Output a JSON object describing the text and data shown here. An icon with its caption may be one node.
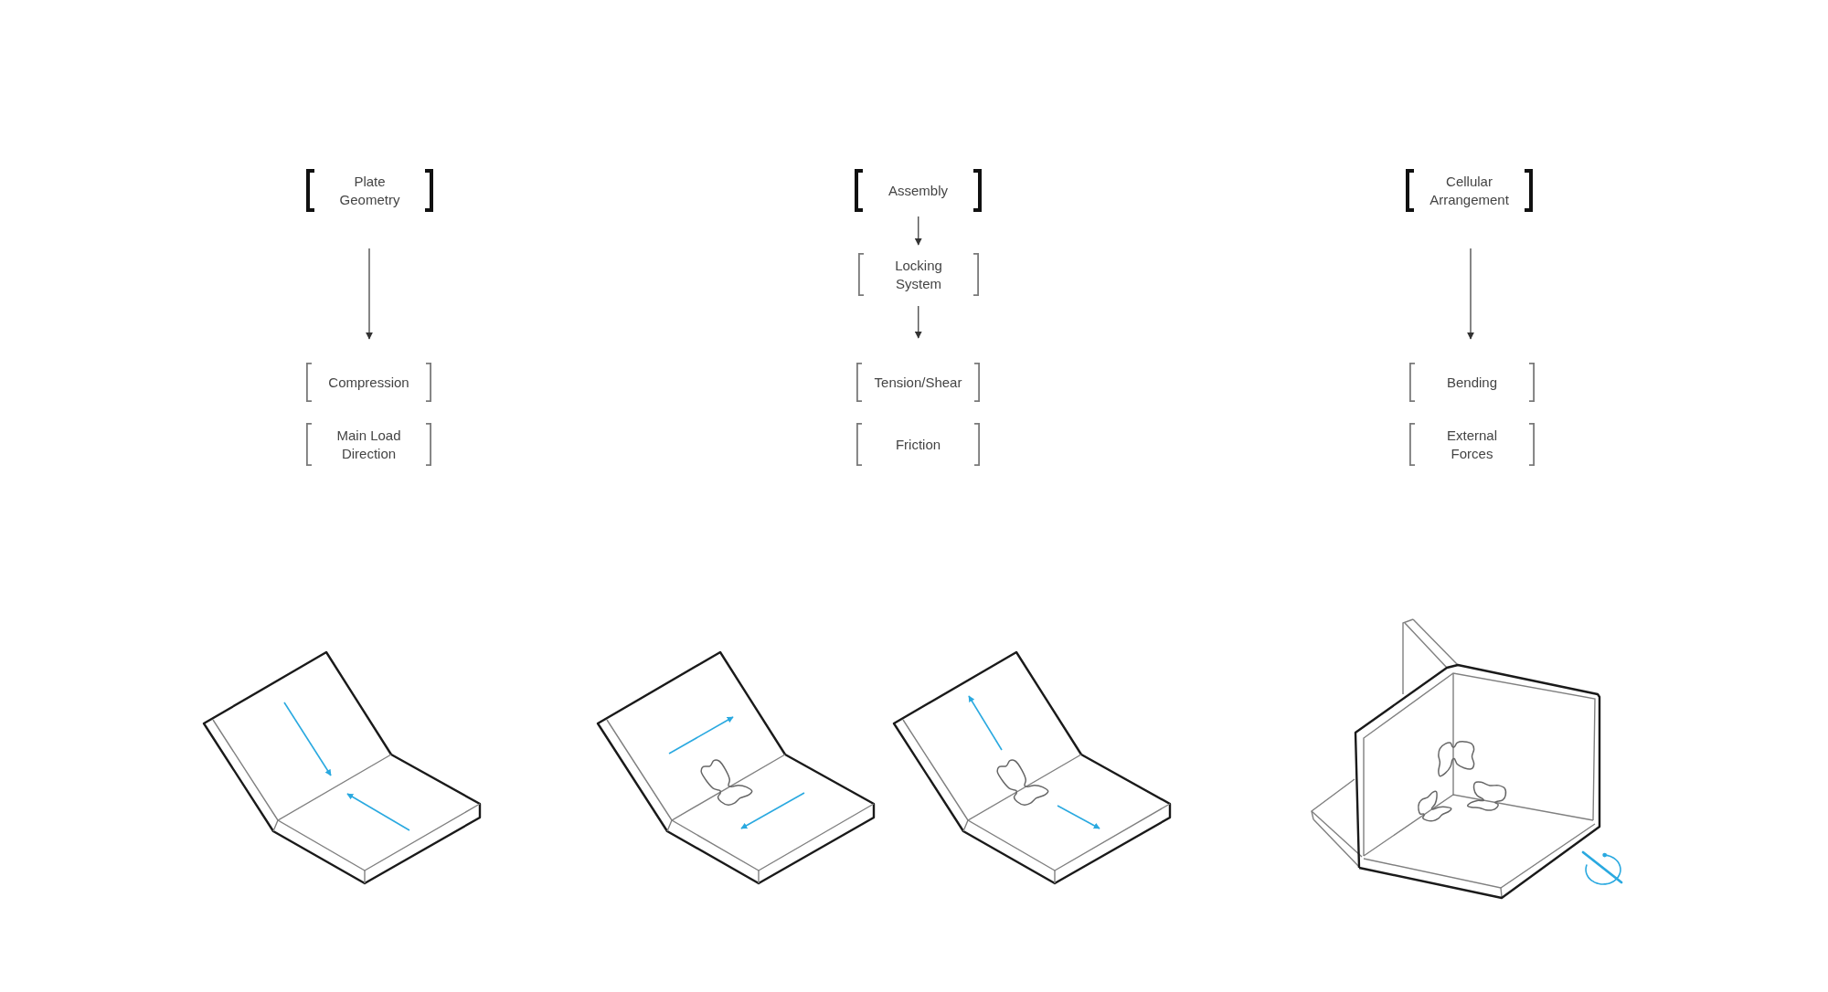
{
  "diagram": {
    "nodes": [
      {
        "text": [
          "Plate Geometry"
        ]
      },
      {
        "text": [
          "Compression"
        ]
      },
      {
        "text": [
          "Main Load Direction"
        ]
      },
      {
        "text": [
          "Assembly"
        ]
      },
      {
        "text": [
          "Locking System"
        ]
      },
      {
        "text": [
          "Tension/Shear"
        ]
      },
      {
        "text": [
          "Friction"
        ]
      },
      {
        "text": [
          "Cellular Arrangement"
        ]
      },
      {
        "text": [
          "Bending"
        ]
      },
      {
        "text": [
          "External Forces"
        ]
      }
    ],
    "edges": [
      {
        "from": 0,
        "to": 1,
        "arrow": "to"
      },
      {
        "from": 3,
        "to": 4,
        "arrow": "to"
      },
      {
        "from": 4,
        "to": 5,
        "arrow": "to"
      },
      {
        "from": 7,
        "to": 8,
        "arrow": "to"
      }
    ]
  }
}
